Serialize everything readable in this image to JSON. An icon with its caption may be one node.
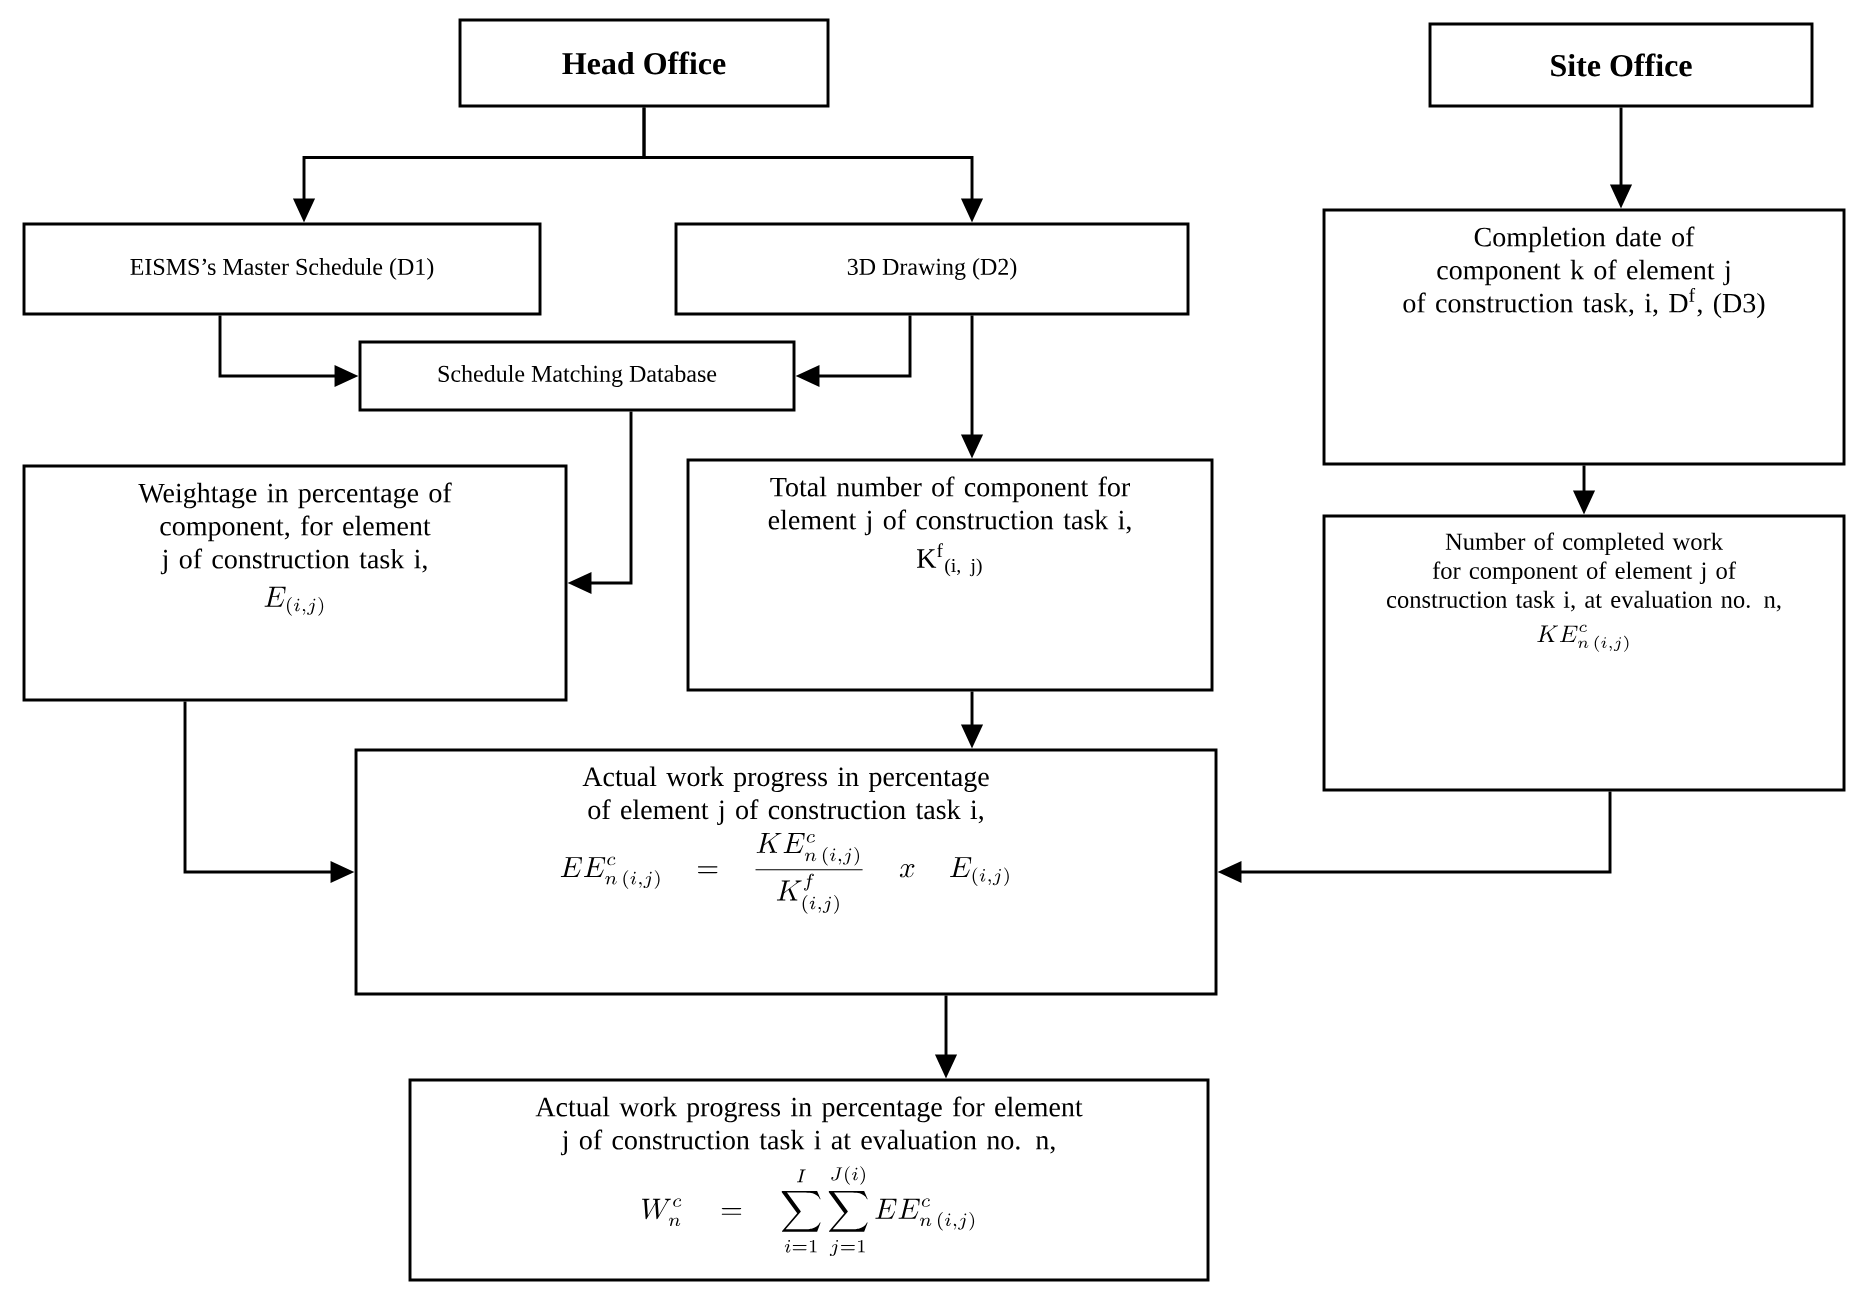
{
  "diagram": {
    "nodes": [
      {
        "text": [
          "Head Office"
        ]
      },
      {
        "text": [
          "Site Office"
        ]
      },
      {
        "text": [
          "EISMS’s Master Schedule (D1)"
        ]
      },
      {
        "text": [
          "3D Drawing (D2)"
        ]
      },
      {
        "text": [
          "Schedule Matching Database"
        ]
      },
      {
        "text": [
          "Completion date of component k of element j of construction task, i, D$^{f}$, (D3)"
        ]
      },
      {
        "text": [
          "Weightage in percentage of component, for element j of construction task i,",
          "E_{(i,j)}"
        ]
      },
      {
        "text": [
          "Total number of component for element j of construction task i,",
          "K$^{f}$$_{(i, j)}$"
        ]
      },
      {
        "text": [
          "Number of completed work for component of element j of construction task i, at evaluation no. n,",
          "KE^{c}_{n\\,(i,j)}"
        ]
      },
      {
        "text": [
          "Actual work progress in percentage of element j of construction task i,",
          "EE^{c}_{n\\,(i,j)} = \\frac{KE^{c}_{n\\,(i,j)}}{K^{f}_{(i,j)}}\\; x \\; E_{(i,j)}"
        ]
      },
      {
        "text": [
          "Actual work progress in percentage for element j of construction task i at evaluation no. n,",
          "W^{c}_{n} = \\sum_{i=1}^{I}\\sum_{j=1}^{J(i)} EE^{c}_{n\\,(i,j)}"
        ]
      }
    ],
    "edges": [
      {
        "from": 0,
        "to": 2,
        "arrow": "to"
      },
      {
        "from": 0,
        "to": 3,
        "arrow": "to"
      },
      {
        "from": 1,
        "to": 5,
        "arrow": "to"
      },
      {
        "from": 2,
        "to": 4,
        "arrow": "to"
      },
      {
        "from": 3,
        "to": 4,
        "arrow": "to"
      },
      {
        "from": 3,
        "to": 7,
        "arrow": "to"
      },
      {
        "from": 4,
        "to": 6,
        "arrow": "to"
      },
      {
        "from": 5,
        "to": 8,
        "arrow": "to"
      },
      {
        "from": 6,
        "to": 9,
        "arrow": "to"
      },
      {
        "from": 7,
        "to": 9,
        "arrow": "to"
      },
      {
        "from": 8,
        "to": 9,
        "arrow": "to"
      },
      {
        "from": 9,
        "to": 10,
        "arrow": "to"
      }
    ]
  }
}
